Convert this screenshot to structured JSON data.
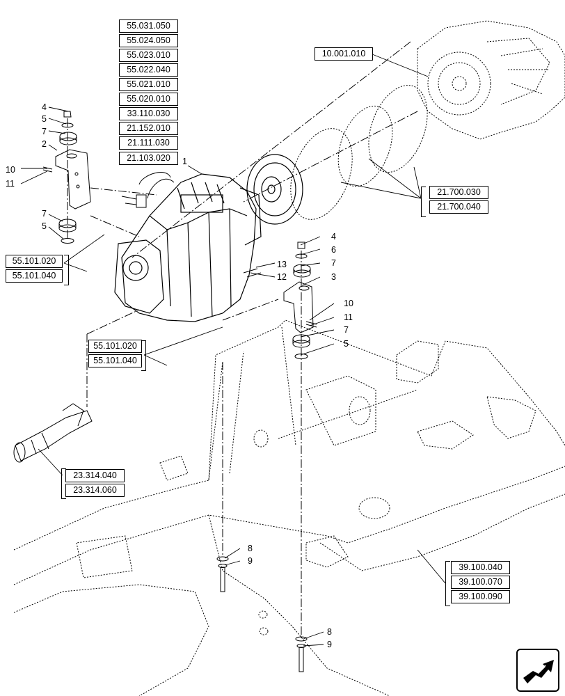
{
  "reference_groups": [
    {
      "name": "transmission-refs",
      "codes": [
        "55.031.050",
        "55.024.050",
        "55.023.010",
        "55.022.040",
        "55.021.010",
        "55.020.010",
        "33.110.030",
        "21.152.010",
        "21.111.030",
        "21.103.020"
      ]
    },
    {
      "name": "engine-ref",
      "codes": [
        "10.001.010"
      ]
    },
    {
      "name": "converter-refs",
      "codes": [
        "21.700.030",
        "21.700.040"
      ]
    },
    {
      "name": "harness-refs-left",
      "codes": [
        "55.101.020",
        "55.101.040"
      ]
    },
    {
      "name": "harness-refs-center",
      "codes": [
        "55.101.020",
        "55.101.040"
      ]
    },
    {
      "name": "driveshaft-refs",
      "codes": [
        "23.314.040",
        "23.314.060"
      ]
    },
    {
      "name": "frame-refs",
      "codes": [
        "39.100.040",
        "39.100.070",
        "39.100.090"
      ]
    }
  ],
  "callouts": {
    "transmission": "1",
    "left_bracket": "2",
    "right_bracket": "3",
    "left_nut": "4",
    "left_washer_top": "5",
    "left_isolator_top": "7",
    "left_bracket_label": "2",
    "left_bolt": "10",
    "left_bolt_washer": "11",
    "left_isolator_bottom": "7",
    "left_washer_bottom": "5",
    "right_nut": "4",
    "right_washer_top": "6",
    "right_isolator_top": "7",
    "right_bracket_label": "3",
    "right_bolt": "10",
    "right_bolt_washer": "11",
    "right_isolator_bottom": "7",
    "right_washer_bottom": "5",
    "screw_13": "13",
    "screw_12": "12",
    "center_washer": "8",
    "center_bolt": "9",
    "lower_washer": "8",
    "lower_bolt": "9"
  },
  "icons": {
    "navigation": "next-page-arrow-icon"
  }
}
